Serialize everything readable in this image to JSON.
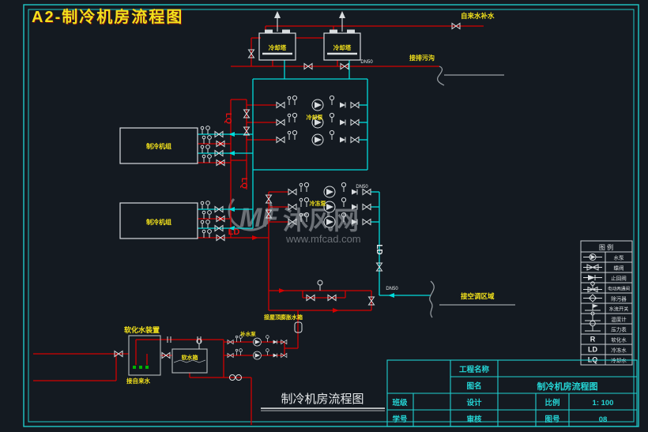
{
  "title": "A2-制冷机房流程图",
  "colors": {
    "background": "#141a21",
    "pipe_hot": "#d40000",
    "pipe_cold": "#00dcdc",
    "symbol": "#d9dde0",
    "label": "#f2e11c",
    "sheet_border": "#20c8c8",
    "watermark": "#8d9298",
    "softener_dots": "#00b400"
  },
  "diagram": {
    "labels": {
      "tap_makeup": "自来水补水",
      "to_drain": "接排污沟",
      "cooling_tower_1": "冷却塔",
      "cooling_tower_2": "冷却塔",
      "chiller_1": "制冷机组",
      "chiller_2": "制冷机组",
      "cooling_pump": "冷却泵",
      "chilled_pump": "冷冻泵",
      "makeup_pump": "补水泵",
      "softener": "软化水装置",
      "soft_tank": "软水箱",
      "to_roof_tank": "接屋顶膨胀水箱",
      "to_tap_water": "接自来水",
      "to_hvac": "接空调区域",
      "lq1": "LQ",
      "lq2": "LQ",
      "ld_red": "LD",
      "ld_white": "LD",
      "dn_top": "DN50",
      "dn_mid": "DN50",
      "dn_ld": "DN50"
    },
    "bottom_title": "制冷机房流程图"
  },
  "watermark": {
    "logo": "MF",
    "name": "沐风网",
    "url": "www.mfcad.com"
  },
  "legend": {
    "title": "图    例",
    "rows": [
      {
        "label": "水泵"
      },
      {
        "label": "蝶阀"
      },
      {
        "label": "止回阀"
      },
      {
        "label": "电动两通阀"
      },
      {
        "label": "除污器"
      },
      {
        "label": "水流开关"
      },
      {
        "label": "温度计"
      },
      {
        "label": "压力表"
      },
      {
        "symbol": "R",
        "label": "软化水"
      },
      {
        "symbol": "LD",
        "label": "冷冻水"
      },
      {
        "symbol": "LQ",
        "label": "冷却水"
      }
    ]
  },
  "titleblock": {
    "project_label": "工程名称",
    "project_value": "",
    "drawing_label": "图名",
    "drawing_value": "制冷机房流程图",
    "class_label": "班级",
    "class_value": "",
    "design_label": "设计",
    "design_value": "",
    "scale_label": "比例",
    "scale_value": "1: 100",
    "student_label": "学号",
    "student_value": "",
    "review_label": "审核",
    "review_value": "",
    "no_label": "图号",
    "no_value": "08"
  }
}
